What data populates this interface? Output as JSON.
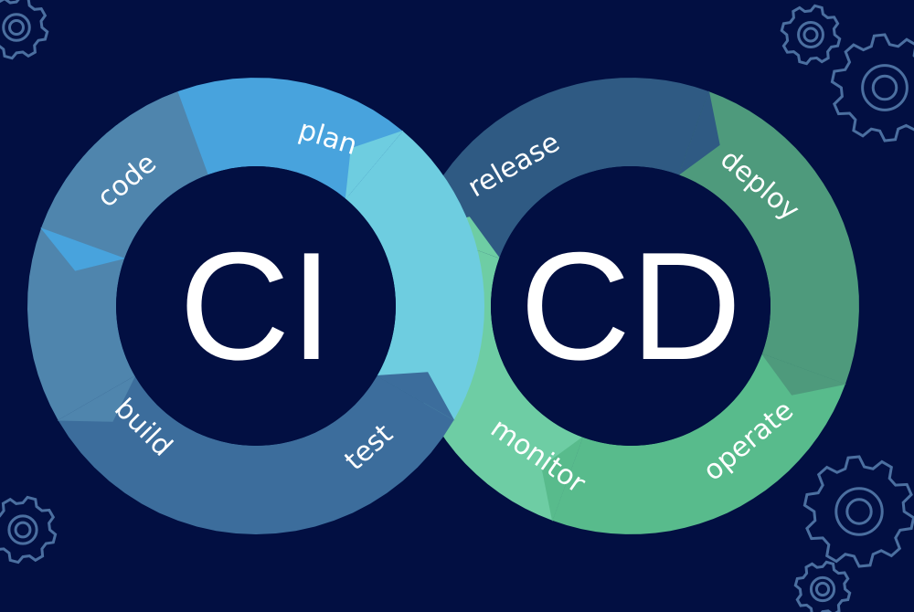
{
  "ci_loop": {
    "center_label": "CI",
    "segments": [
      {
        "name": "plan",
        "label": "plan",
        "color": "#6ecde0"
      },
      {
        "name": "code",
        "label": "code",
        "color": "#48a3dd"
      },
      {
        "name": "build",
        "label": "build",
        "color": "#4f85ad"
      },
      {
        "name": "test",
        "label": "test",
        "color": "#3c6d9c"
      }
    ]
  },
  "cd_loop": {
    "center_label": "CD",
    "segments": [
      {
        "name": "release",
        "label": "release",
        "color": "#2f5a83"
      },
      {
        "name": "deploy",
        "label": "deploy",
        "color": "#4e9a7c"
      },
      {
        "name": "operate",
        "label": "operate",
        "color": "#58bb8c"
      },
      {
        "name": "monitor",
        "label": "monitor",
        "color": "#6ecda4"
      }
    ]
  },
  "colors": {
    "background": "#020f42",
    "inner_circle": "#020f42",
    "gear_outline": "#4b6fa0",
    "text": "#ffffff"
  },
  "decorations": [
    "gear-icon",
    "gear-icon",
    "gear-icon",
    "gear-icon",
    "gear-icon"
  ]
}
